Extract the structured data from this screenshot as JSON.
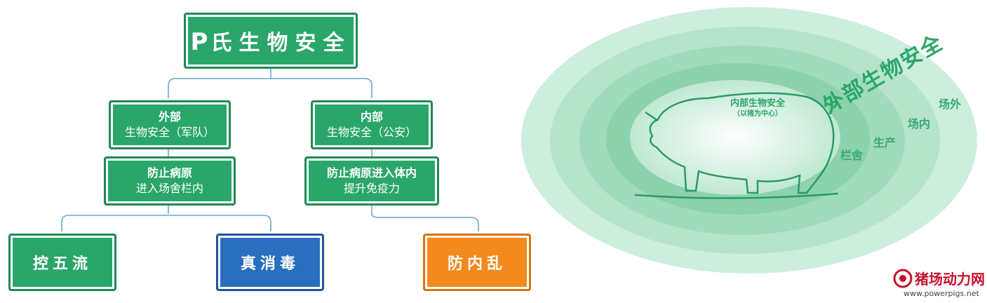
{
  "root": {
    "p": "P",
    "title": "氏生物安全"
  },
  "external": {
    "line1": "外部",
    "line2": "生物安全（军队）"
  },
  "internal": {
    "line1": "内部",
    "line2": "生物安全（公安）"
  },
  "ext_goal": {
    "line1": "防止病原",
    "line2": "进入场舍栏内"
  },
  "int_goal": {
    "line1": "防止病原进入体内",
    "line2": "提升免疫力"
  },
  "leaves": {
    "a": "控五流",
    "b": "真消毒",
    "c": "防内乱"
  },
  "rings": {
    "center_title": "内部生物安全",
    "center_sub": "（以猪为中心）",
    "outer_title": "外部生物安全",
    "l1": "栏舍",
    "l2": "生产",
    "l3": "场内",
    "l4": "场外"
  },
  "watermark": {
    "name": "猪场动力网",
    "url": "www.powerpigs.net"
  },
  "colors": {
    "green": "#2aa66a",
    "blue": "#2a6fbd",
    "orange": "#f28a1e"
  }
}
